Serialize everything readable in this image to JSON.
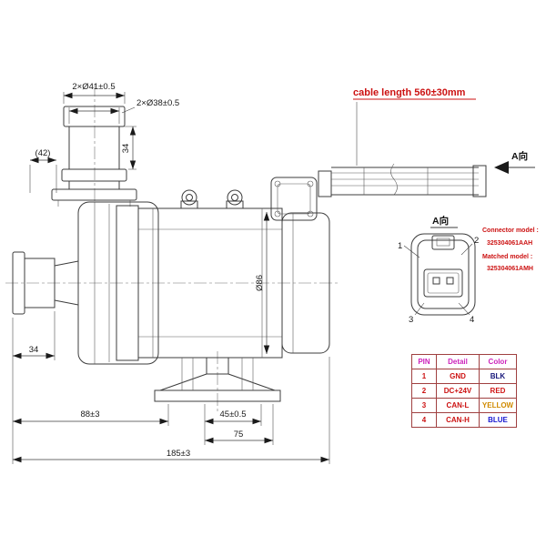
{
  "title_annotations": {
    "cable_length": "cable length 560±30mm",
    "a_direction_top": "A向",
    "a_direction_view": "A向"
  },
  "dimensions": {
    "top_flange_dia": "2×Ø41±0.5",
    "pipe_dia": "2×Ø38±0.5",
    "offset": "(42)",
    "inlet_height": "34",
    "outlet_length": "34",
    "body_dia": "Ø86",
    "front_length": "88±3",
    "mount_span": "45±0.5",
    "mount_width": "75",
    "total_length": "185±3"
  },
  "connector_info": {
    "model_label": "Connector model :",
    "model_value": "325304061AAH",
    "matched_label": "Matched model :",
    "matched_value": "325304061AMH",
    "pin_callouts": {
      "p1": "1",
      "p2": "2",
      "p3": "3",
      "p4": "4"
    }
  },
  "pin_table": {
    "headers": {
      "pin": "PIN",
      "detail": "Detail",
      "color": "Color"
    },
    "rows": [
      {
        "pin": "1",
        "detail": "GND",
        "color": "BLK",
        "color_hex": "#16167a"
      },
      {
        "pin": "2",
        "detail": "DC+24V",
        "color": "RED",
        "color_hex": "#d01616"
      },
      {
        "pin": "3",
        "detail": "CAN-L",
        "color": "YELLOW",
        "color_hex": "#d08a00"
      },
      {
        "pin": "4",
        "detail": "CAN-H",
        "color": "BLUE",
        "color_hex": "#1616d0"
      }
    ]
  },
  "colors": {
    "line": "#3c3c3c",
    "accent_red": "#cc1111",
    "table_border": "#a04040",
    "header_magenta": "#cc22bb"
  }
}
